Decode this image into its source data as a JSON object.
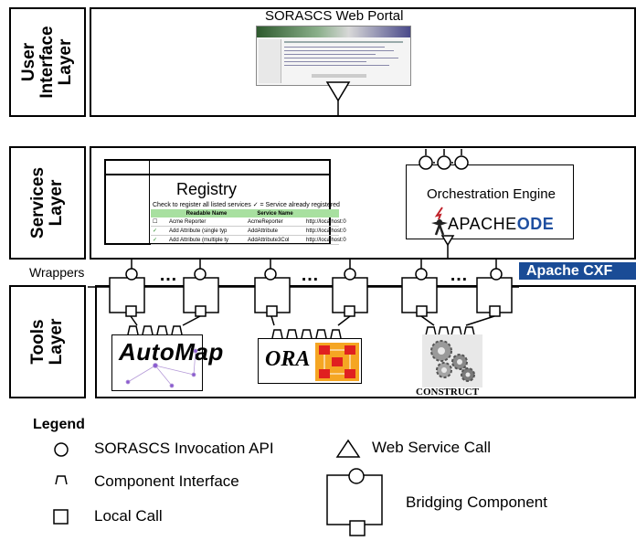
{
  "layers": {
    "user_interface": "User Interface Layer",
    "services": "Services Layer",
    "tools": "Tools Layer"
  },
  "portal": {
    "title": "SORASCS Web Portal"
  },
  "registry": {
    "title": "Registry",
    "note": "Check to register all listed services  ✓ = Service already registered",
    "columns": [
      "",
      "Readable Name",
      "Service Name",
      ""
    ],
    "rows": [
      [
        "☐",
        "Acme Reporter",
        "AcmeReporter",
        "http://localhost:0"
      ],
      [
        "✓",
        "Add Attribute (single typ",
        "AddAttribute",
        "http://localhost:0"
      ],
      [
        "✓",
        "Add Attribute (multiple ty",
        "AddAttribute3Col",
        "http://localhost:0"
      ]
    ]
  },
  "orchestration": {
    "title": "Orchestration Engine",
    "logo_apache": "APACHE",
    "logo_ode": "ODE"
  },
  "wrappers": {
    "label": "Wrappers",
    "ellipsis": "…"
  },
  "cxf": {
    "label": "Apache CXF"
  },
  "tools": {
    "automap": "AutoMap",
    "ora": "ORA",
    "construct": "CONSTRUCT"
  },
  "legend": {
    "title": "Legend",
    "invocation_api": "SORASCS Invocation API",
    "web_service_call": "Web Service Call",
    "component_interface": "Component Interface",
    "bridging_component": "Bridging Component",
    "local_call": "Local Call"
  },
  "colors": {
    "cxf_bg": "#1a4c96",
    "ode_blue": "#1f4fa0",
    "registry_header": "#a8e0a0",
    "ora_red": "#e02020",
    "ora_orange": "#f5a623"
  }
}
